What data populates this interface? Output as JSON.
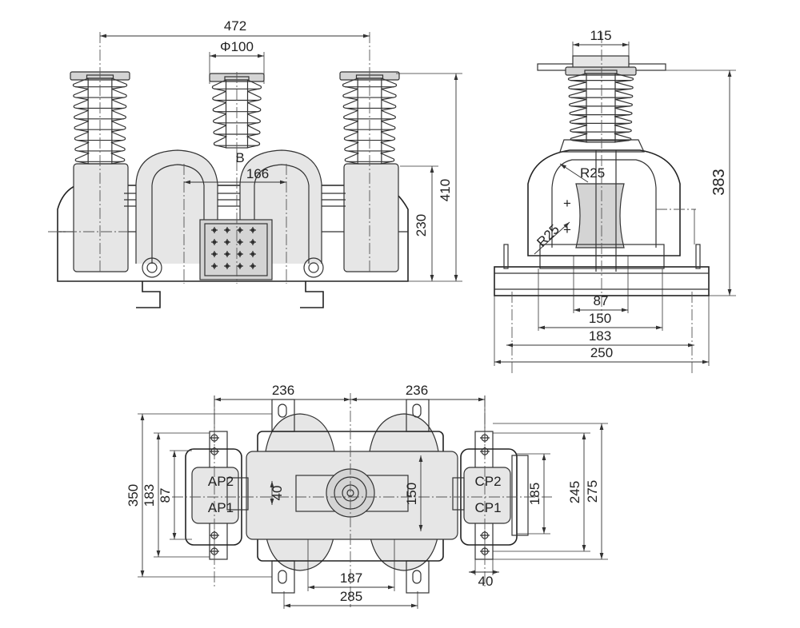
{
  "front_view": {
    "dim_width": "472",
    "dim_bushing_dia": "Φ100",
    "phase_label": "B",
    "dim_core_span": "166",
    "dim_body_height": "230",
    "dim_total_height": "410"
  },
  "side_view": {
    "dim_top": "115",
    "dim_height": "383",
    "radius_upper": "R25",
    "radius_lower": "R25",
    "plus_upper": "+",
    "plus_lower": "+",
    "dim_87": "87",
    "dim_150": "150",
    "dim_183": "183",
    "dim_250": "250"
  },
  "plan_view": {
    "dim_left_span": "236",
    "dim_right_span": "236",
    "dim_350": "350",
    "dim_183": "183",
    "dim_87": "87",
    "dim_40_center": "40",
    "dim_150": "150",
    "dim_185": "185",
    "dim_245": "245",
    "dim_275": "275",
    "dim_40_bottom": "40",
    "dim_187": "187",
    "dim_285": "285",
    "terminal_ap2": "AP2",
    "terminal_ap1": "AP1",
    "terminal_cp2": "CP2",
    "terminal_cp1": "CP1"
  }
}
